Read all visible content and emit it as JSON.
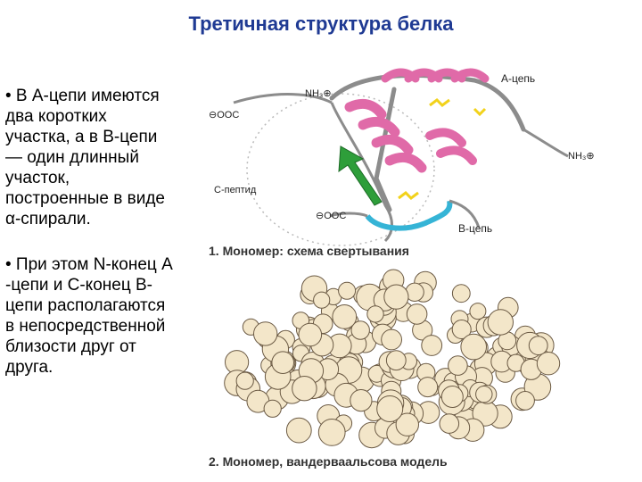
{
  "slide": {
    "title": "Третичная структура белка",
    "bullets": [
      {
        "lines": [
          "• В А-цепи имеются",
          "два коротких",
          "участка, а в В-цепи",
          "— один длинный",
          "участок,",
          "построенные в виде",
          "α-спирали."
        ]
      },
      {
        "lines": [
          "• При этом N-конец А",
          "-цепи и С-конец В-",
          "цепи располагаются",
          "в непосредственной",
          "близости друг от",
          "друга."
        ]
      }
    ]
  },
  "figure_top": {
    "labels": {
      "a_chain": "А-цепь",
      "b_chain": "B-цепь",
      "c_peptide": "С-пептид",
      "nh3_left": "NH₃⊕",
      "nh3_right": "NH₃⊕",
      "ooc_top": "⊖OOC",
      "ooc_bottom": "⊖OOC"
    },
    "caption": "1. Мономер: схема свертывания"
  },
  "figure_bottom": {
    "caption": "2. Мономер, вандерваальсова модель"
  },
  "colors": {
    "title": "#1f3a93",
    "helix": "#e06aa8",
    "arrow": "#2e9e3a",
    "b_chain": "#35b4d6",
    "disulfide": "#f2d21b",
    "atom_fill": "#f3e6c9"
  }
}
